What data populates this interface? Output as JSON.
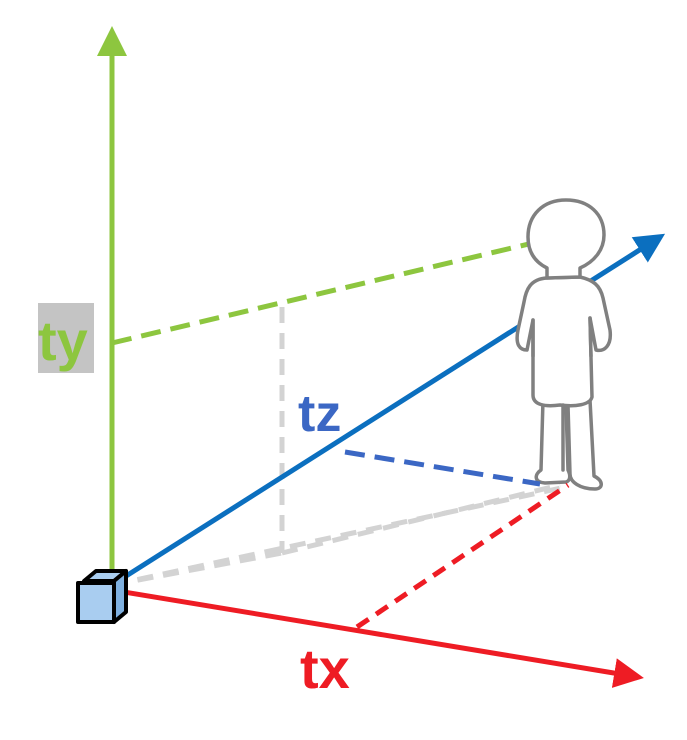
{
  "labels": {
    "ty": "ty",
    "tz": "tz",
    "tx": "tx"
  },
  "colors": {
    "y_axis": "#8dc63f",
    "z_axis": "#0b6fbf",
    "x_axis": "#ee1c24",
    "ty_label": "#8dc63f",
    "ty_label_bg": "#c4c4c4",
    "tz_label": "#3b67c4",
    "tx_label": "#ee1c24",
    "guide_gray": "#d3d3d3",
    "figure_outline": "#808080",
    "camera_fill": "#a9cdf0"
  },
  "icons": {
    "camera": "camera-cube-icon",
    "person": "person-figure-icon"
  }
}
